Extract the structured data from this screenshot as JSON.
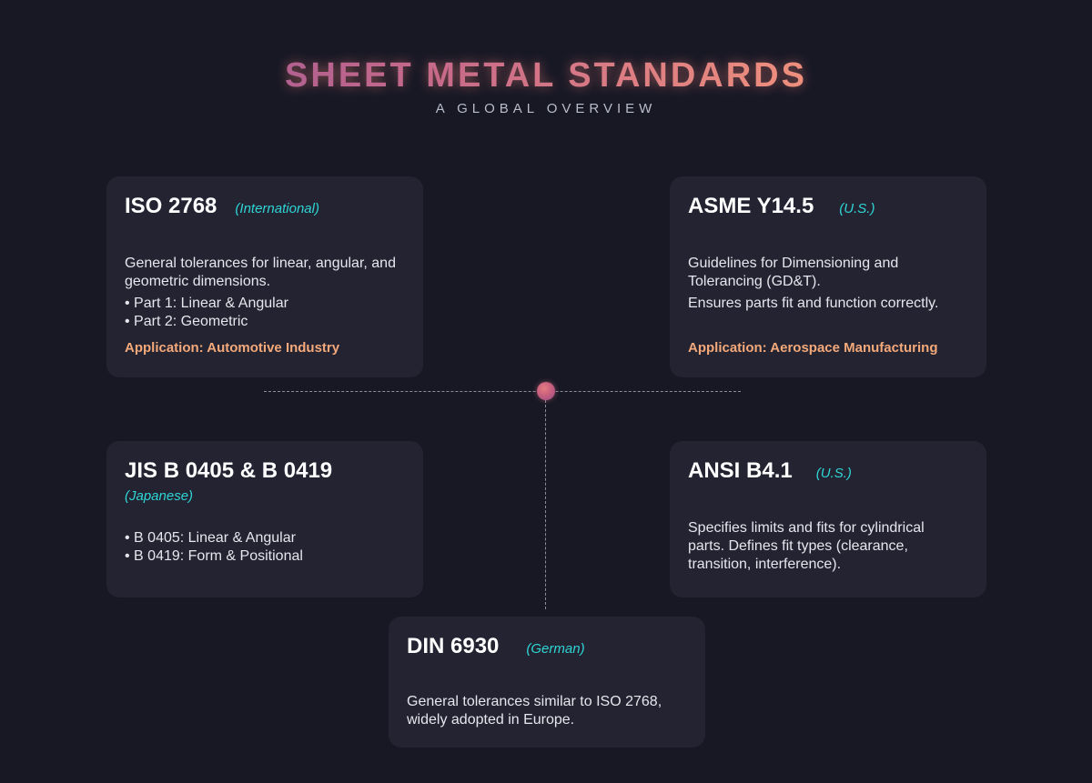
{
  "header": {
    "title": "SHEET METAL STANDARDS",
    "subtitle": "A GLOBAL OVERVIEW"
  },
  "colors": {
    "background": "#181825",
    "card": "#232331",
    "region_accent": "#2fd6d6",
    "application_accent": "#f4a97a",
    "title_gradient_start": "#8a4f9a",
    "title_gradient_end": "#f5a57e",
    "connector": "#8a8c9c"
  },
  "cards": [
    {
      "id": "iso",
      "title": "ISO 2768",
      "region": "(International)",
      "description": "General tolerances for linear, angular, and geometric dimensions.",
      "bullets": [
        "• Part 1: Linear & Angular",
        "• Part 2: Geometric"
      ],
      "application": "Application: Automotive Industry"
    },
    {
      "id": "asme",
      "title": "ASME Y14.5",
      "region": "(U.S.)",
      "description": "Guidelines for Dimensioning and Tolerancing (GD&T).",
      "description2": "Ensures parts fit and function correctly.",
      "application": "Application: Aerospace Manufacturing"
    },
    {
      "id": "jis",
      "title": "JIS B 0405 & B 0419",
      "region": "(Japanese)",
      "bullets": [
        "• B 0405: Linear & Angular",
        "• B 0419: Form & Positional"
      ]
    },
    {
      "id": "ansi",
      "title": "ANSI B4.1",
      "region": "(U.S.)",
      "description": "Specifies limits and fits for cylindrical parts. Defines fit types (clearance, transition, interference)."
    },
    {
      "id": "din",
      "title": "DIN 6930",
      "region": "(German)",
      "description": "General tolerances similar to ISO 2768, widely adopted in Europe."
    }
  ]
}
